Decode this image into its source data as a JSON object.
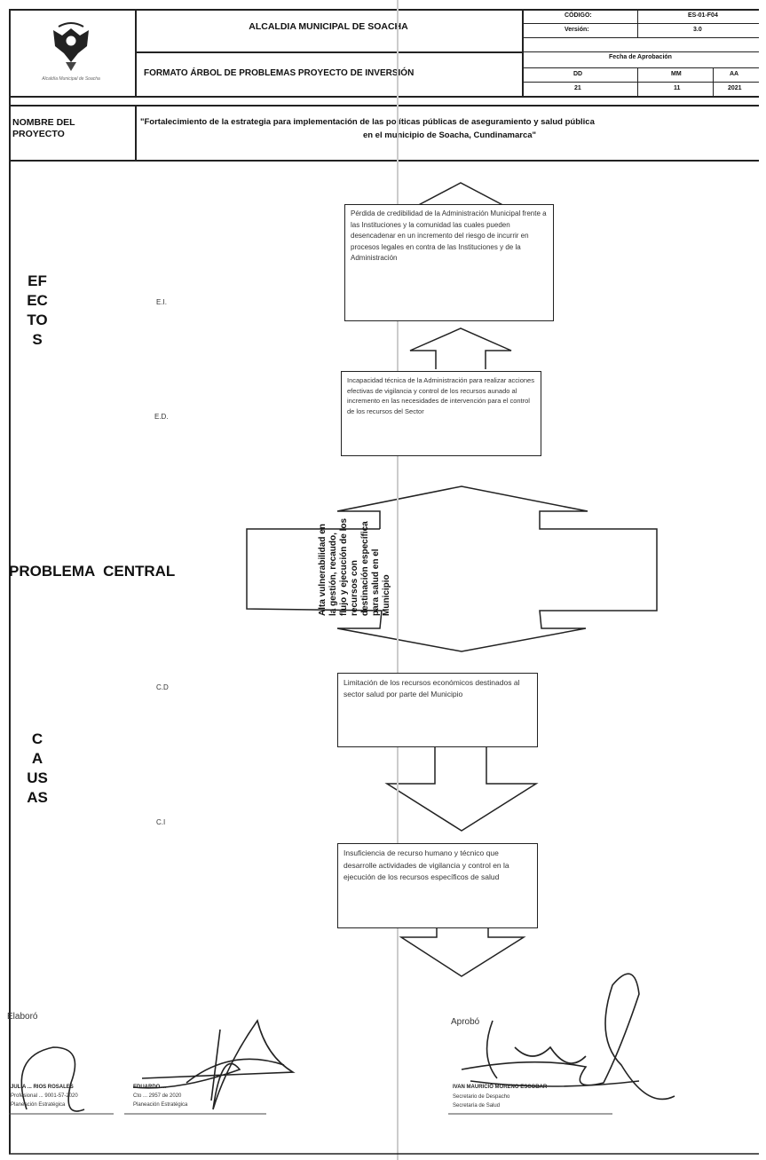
{
  "header": {
    "org": "ALCALDIA MUNICIPAL DE SOACHA",
    "format_title": "FORMATO ÁRBOL  DE PROBLEMAS PROYECTO DE INVERSIÓN",
    "code_label": "CÓDIGO:",
    "code_value": "ES-01-F04",
    "version_label": "Versión:",
    "version_value": "3.0",
    "approval_label": "Fecha de Aprobación",
    "dd_label": "DD",
    "mm_label": "MM",
    "aa_label": "AA",
    "dd_value": "21",
    "mm_value": "11",
    "aa_value": "2021",
    "logo_caption": "Alcaldía Municipal de Soacha"
  },
  "project": {
    "label": "NOMBRE DEL PROYECTO",
    "name_line1": "\"Fortalecimiento de la estrategia para implementación de las políticas públicas de aseguramiento y salud pública",
    "name_line2": "en el municipio de Soacha, Cundinamarca\""
  },
  "sections": {
    "efectos": "EFECTOS",
    "problema": "PROBLEMA  CENTRAL",
    "causas": "CAUSAS"
  },
  "codes": {
    "ei": "E.I.",
    "ed": "E.D.",
    "cd": "C.D",
    "ci": "C.I"
  },
  "boxes": {
    "ei_text": "Pérdida de credibilidad de la Administración Municipal frente a las Instituciones y la comunidad las cuales pueden desencadenar en un incremento del riesgo de incurrir en procesos legales en contra de las Instituciones y de la Administración",
    "ed_text": "Incapacidad técnica de la Administración para realizar acciones efectivas de vigilancia y control de los recursos aunado al incremento en las necesidades de intervención para el control de los recursos del Sector",
    "problem_text": "Alta vulnerabilidad en la gestión, recaudo, flujo y ejecución de los recursos con destinación específica para salud en el Municipio",
    "cd_text": "Limitación de los recursos económicos destinados al sector salud por parte del Municipio",
    "ci_text": "Insuficiencia de recurso humano y técnico que desarrolle actividades de vigilancia y control en la ejecución de los recursos específicos de salud"
  },
  "signatures": {
    "elaboro_label": "Elaboró",
    "aprobo_label": "Aprobó",
    "s1_name": "JULIA ... RIOS ROSALES",
    "s1_role1": "Profesional ... 9001-57-2020",
    "s1_role2": "Planeación Estratégica",
    "s2_name": "EDUARDO ...",
    "s2_role1": "Cto ... 2957 de 2020",
    "s2_role2": "Planeación Estratégica",
    "s3_name": "IVAN MAURICIO MORENO ESCOBAR",
    "s3_role1": "Secretario de Despacho",
    "s3_role2": "Secretaría de Salud"
  }
}
